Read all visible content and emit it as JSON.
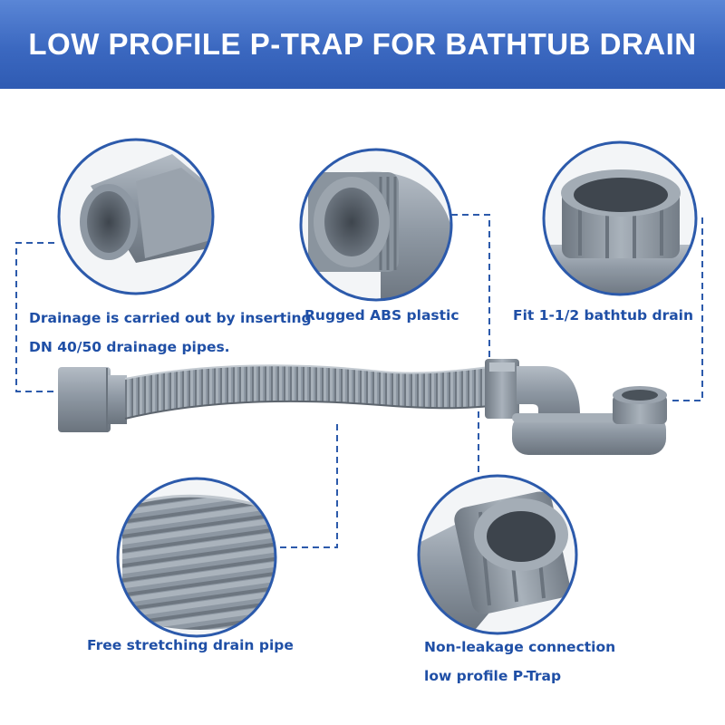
{
  "header": {
    "title": "LOW PROFILE P-TRAP FOR BATHTUB DRAIN"
  },
  "callouts": {
    "pipe_insert": {
      "line1": "Drainage is carried out by inserting",
      "line2": "DN 40/50 drainage pipes."
    },
    "abs_plastic": {
      "label": "Rugged ABS plastic"
    },
    "bathtub_fit": {
      "label": "Fit 1-1/2 bathtub drain"
    },
    "stretch_pipe": {
      "label": "Free stretching drain pipe"
    },
    "connection": {
      "line1": "Non-leakage connection",
      "line2": "low profile P-Trap"
    }
  },
  "colors": {
    "banner": "#3b68c0",
    "accent": "#1f4fa6",
    "product": "#8e98a3",
    "circle_border": "#2c5aab"
  }
}
